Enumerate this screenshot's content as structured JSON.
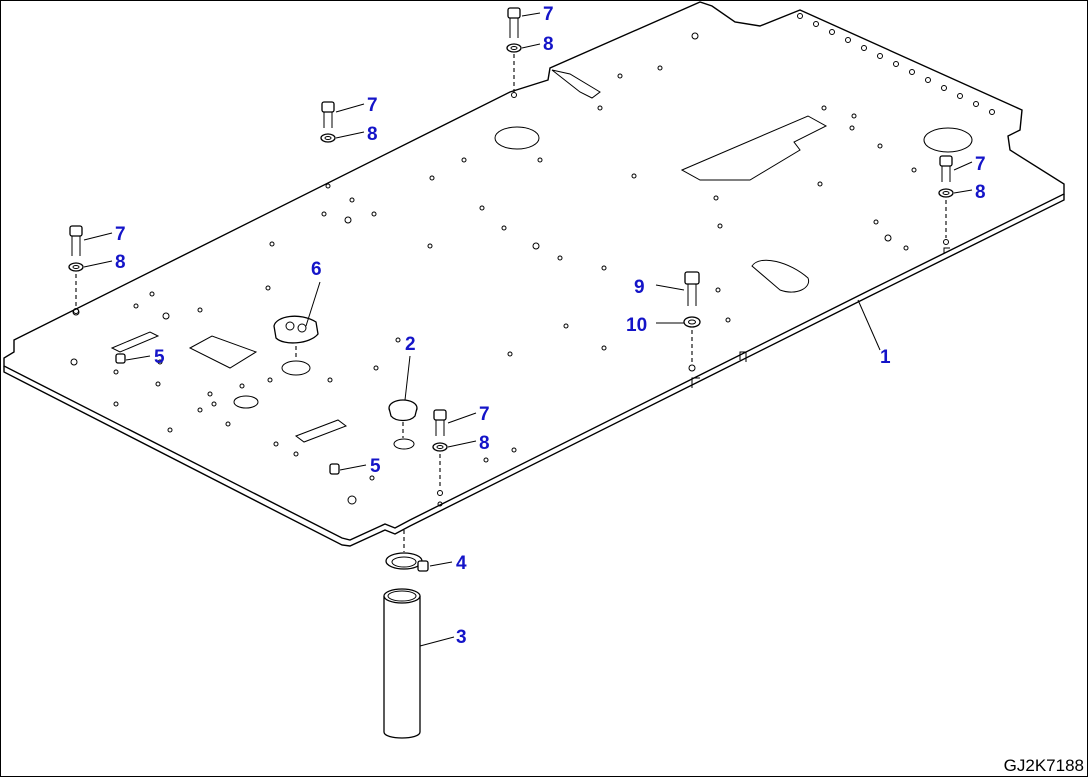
{
  "figure_code": "GJ2K7188",
  "part_numbers": [
    "1",
    "2",
    "3",
    "4",
    "5",
    "6",
    "7",
    "8",
    "9",
    "10"
  ],
  "colors": {
    "callout": "#1414c8",
    "line": "#000000",
    "background": "#ffffff"
  },
  "callouts": [
    {
      "id": "c1",
      "label": "7"
    },
    {
      "id": "c2",
      "label": "8"
    },
    {
      "id": "c3",
      "label": "7"
    },
    {
      "id": "c4",
      "label": "8"
    },
    {
      "id": "c5",
      "label": "7"
    },
    {
      "id": "c6",
      "label": "8"
    },
    {
      "id": "c7",
      "label": "7"
    },
    {
      "id": "c8",
      "label": "8"
    },
    {
      "id": "c9",
      "label": "6"
    },
    {
      "id": "c10",
      "label": "5"
    },
    {
      "id": "c11",
      "label": "2"
    },
    {
      "id": "c12",
      "label": "9"
    },
    {
      "id": "c13",
      "label": "10"
    },
    {
      "id": "c14",
      "label": "1"
    },
    {
      "id": "c15",
      "label": "7"
    },
    {
      "id": "c16",
      "label": "8"
    },
    {
      "id": "c17",
      "label": "5"
    },
    {
      "id": "c18",
      "label": "4"
    },
    {
      "id": "c19",
      "label": "3"
    }
  ]
}
